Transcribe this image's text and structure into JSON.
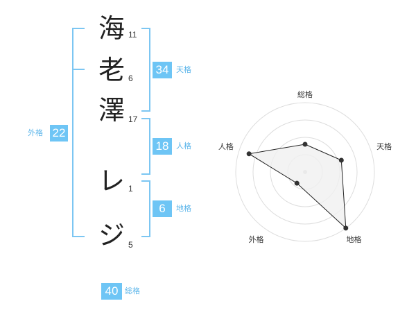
{
  "name_chars": [
    {
      "char": "海",
      "strokes": "11"
    },
    {
      "char": "老",
      "strokes": "6"
    },
    {
      "char": "澤",
      "strokes": "17"
    },
    {
      "char": "レ",
      "strokes": "1"
    },
    {
      "char": "ジ",
      "strokes": "5"
    }
  ],
  "kakusu": {
    "tenkaku": {
      "value": "34",
      "label": "天格"
    },
    "jinkaku": {
      "value": "18",
      "label": "人格"
    },
    "chikaku": {
      "value": "6",
      "label": "地格"
    },
    "gaikaku": {
      "value": "22",
      "label": "外格"
    },
    "soukaku": {
      "value": "40",
      "label": "総格"
    }
  },
  "colors": {
    "accent": "#6ec5f5",
    "bracket": "#7cc6f2",
    "radar_fill": "#f0f0f0",
    "radar_stroke": "#222222"
  },
  "chart_data": {
    "type": "radar",
    "axes": [
      "総格",
      "天格",
      "地格",
      "外格",
      "人格"
    ],
    "values": [
      0.4,
      0.55,
      1.0,
      0.2,
      0.85
    ],
    "range": [
      0,
      1
    ],
    "rings": 4
  }
}
